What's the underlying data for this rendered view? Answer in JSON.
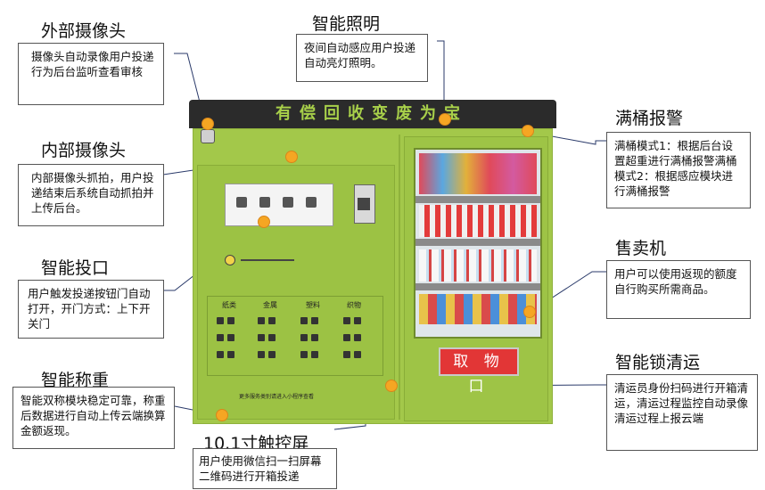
{
  "machine": {
    "roof_text": "有偿回收变废为宝",
    "pickup_label": "取 物 口",
    "sign_headers": [
      "纸类",
      "金属",
      "塑料",
      "织物"
    ],
    "mini_text": "更多服务类别请进入小程序查看"
  },
  "callouts": {
    "external_camera": {
      "title": "外部摄像头",
      "text": "摄像头自动录像用户投递行为后台监听查看审核"
    },
    "smart_light": {
      "title": "智能照明",
      "text": "夜间自动感应用户投递自动亮灯照明。"
    },
    "internal_camera": {
      "title": "内部摄像头",
      "text": "内部摄像头抓拍，用户投递结束后系统自动抓拍并上传后台。"
    },
    "smart_slot": {
      "title": "智能投口",
      "text": "用户触发投递按钮门自动打开，开门方式：上下开关门"
    },
    "smart_weigh": {
      "title": "智能称重",
      "text": "智能双称模块稳定可靠，称重后数据进行自动上传云端换算金额返现。"
    },
    "touchscreen": {
      "title": "10.1寸触控屏",
      "text": "用户使用微信扫一扫屏幕二维码进行开箱投递"
    },
    "full_alarm": {
      "title": "满桶报警",
      "text": "满桶模式1：根据后台设置超重进行满桶报警满桶模式2：根据感应模块进行满桶报警"
    },
    "vending": {
      "title": "售卖机",
      "text": "用户可以使用返现的额度自行购买所需商品。"
    },
    "smart_lock": {
      "title": "智能锁清运",
      "text": "清运员身份扫码进行开箱清运，清运过程监控自动录像清运过程上报云端"
    }
  },
  "colors": {
    "accent_dot": "#f5a623",
    "machine_green": "#a3c84a",
    "roof": "#2b2b2b",
    "pickup_red": "#e23636"
  }
}
